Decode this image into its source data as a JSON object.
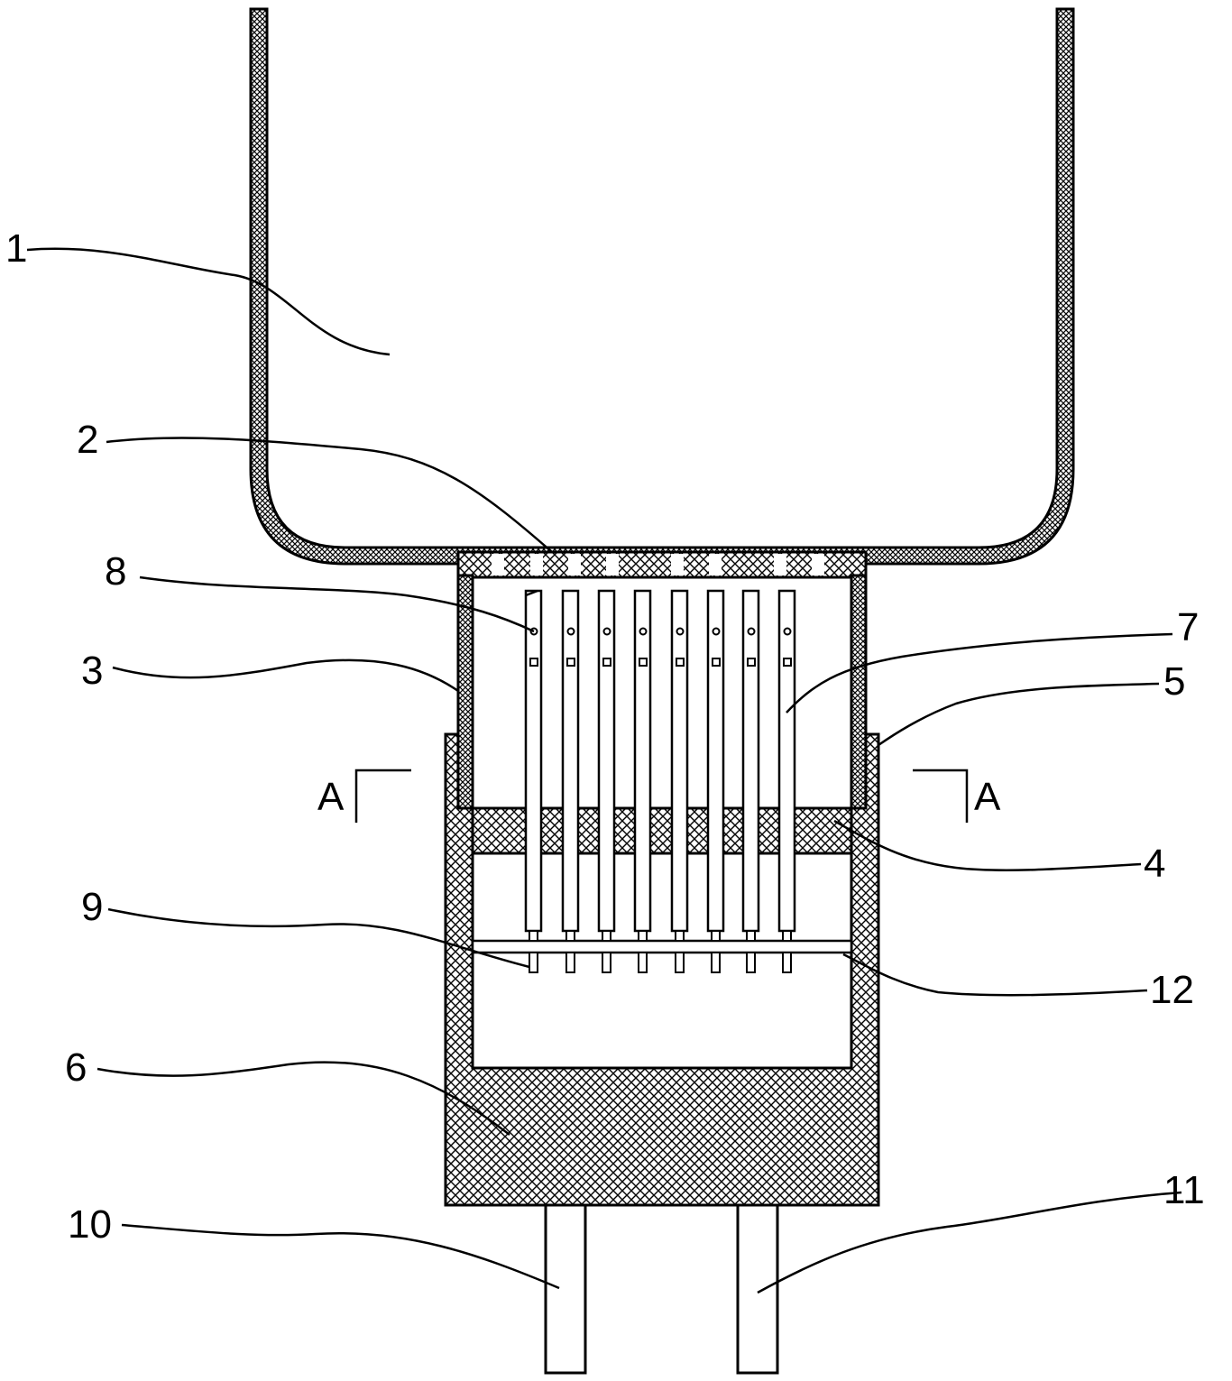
{
  "labels": [
    {
      "id": "1",
      "text": "1"
    },
    {
      "id": "2",
      "text": "2"
    },
    {
      "id": "3",
      "text": "3"
    },
    {
      "id": "4",
      "text": "4"
    },
    {
      "id": "5",
      "text": "5"
    },
    {
      "id": "6",
      "text": "6"
    },
    {
      "id": "7",
      "text": "7"
    },
    {
      "id": "8",
      "text": "8"
    },
    {
      "id": "9",
      "text": "9"
    },
    {
      "id": "10",
      "text": "10"
    },
    {
      "id": "11",
      "text": "11"
    },
    {
      "id": "12",
      "text": "12"
    }
  ],
  "section_marks": {
    "left": "A",
    "right": "A"
  },
  "colors": {
    "line": "#000000",
    "fill": "#ffffff",
    "hatch": "#000000"
  }
}
